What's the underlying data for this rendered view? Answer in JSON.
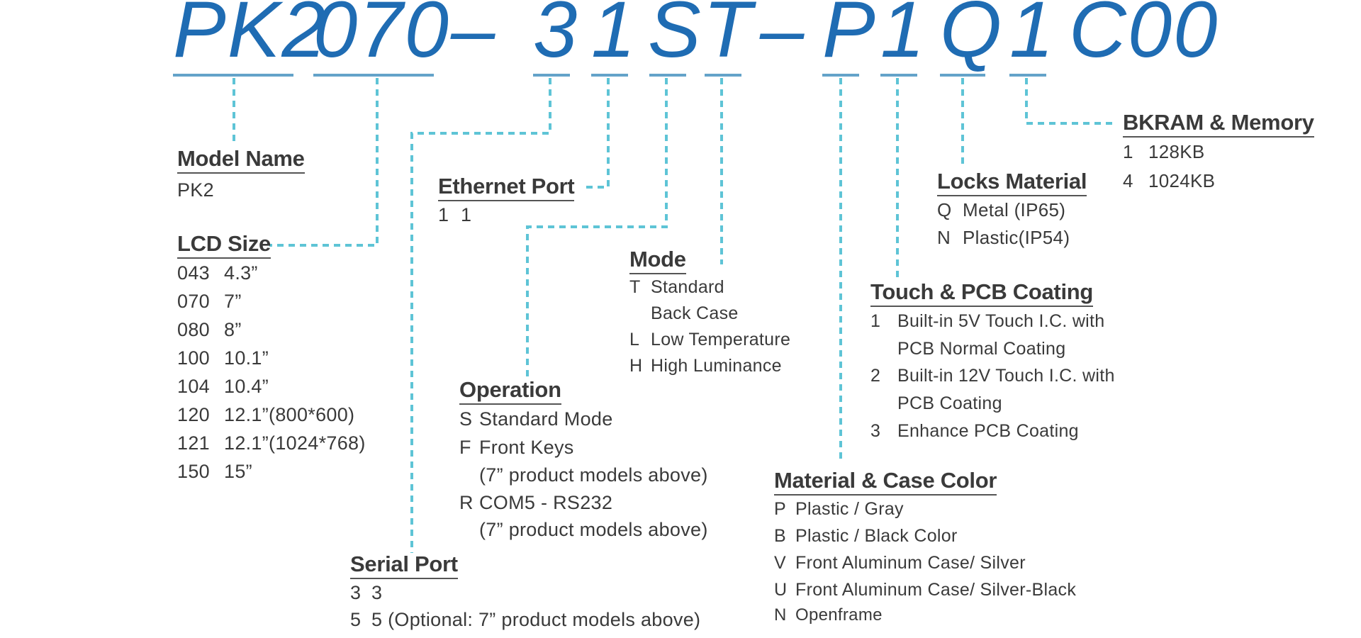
{
  "part_number": {
    "segments": [
      "PK2",
      "070",
      "–",
      "3",
      "1",
      "S",
      "T",
      "–",
      "P",
      "1",
      "Q",
      "1",
      "C00"
    ]
  },
  "colors": {
    "code": "#1f6cb3",
    "underline": "#64a3c9",
    "connector": "#5ec4d6",
    "text": "#3a3a3a"
  },
  "sections": {
    "model_name": {
      "title": "Model Name",
      "rows": [
        {
          "code": "",
          "desc": "PK2"
        }
      ]
    },
    "lcd_size": {
      "title": "LCD Size",
      "rows": [
        {
          "code": "043",
          "desc": "4.3”"
        },
        {
          "code": "070",
          "desc": "7”"
        },
        {
          "code": "080",
          "desc": "8”"
        },
        {
          "code": "100",
          "desc": "10.1”"
        },
        {
          "code": "104",
          "desc": "10.4”"
        },
        {
          "code": "120",
          "desc": "12.1”(800*600)"
        },
        {
          "code": "121",
          "desc": "12.1”(1024*768)"
        },
        {
          "code": "150",
          "desc": "15”"
        }
      ]
    },
    "ethernet_port": {
      "title": "Ethernet Port",
      "rows": [
        {
          "code": "1",
          "desc": "1"
        }
      ]
    },
    "serial_port": {
      "title": "Serial Port",
      "rows": [
        {
          "code": "3",
          "desc": "3"
        },
        {
          "code": "5",
          "desc": "5 (Optional: 7” product models above)"
        }
      ]
    },
    "operation": {
      "title": "Operation",
      "rows": [
        {
          "code": "S",
          "desc": "Standard Mode"
        },
        {
          "code": "F",
          "desc": "Front Keys"
        },
        {
          "code": "",
          "desc": "(7” product models above)"
        },
        {
          "code": "R",
          "desc": "COM5 - RS232"
        },
        {
          "code": "",
          "desc": "(7” product models above)"
        }
      ]
    },
    "mode": {
      "title": "Mode",
      "rows": [
        {
          "code": "T",
          "desc": "Standard"
        },
        {
          "code": "",
          "desc": "Back Case"
        },
        {
          "code": "L",
          "desc": "Low Temperature"
        },
        {
          "code": "H",
          "desc": "High Luminance"
        }
      ]
    },
    "material_case_color": {
      "title": "Material & Case Color",
      "rows": [
        {
          "code": "P",
          "desc": "Plastic / Gray"
        },
        {
          "code": "B",
          "desc": "Plastic / Black Color"
        },
        {
          "code": "V",
          "desc": "Front Aluminum Case/ Silver"
        },
        {
          "code": "U",
          "desc": "Front Aluminum Case/ Silver-Black"
        },
        {
          "code": "N",
          "desc": "Openframe"
        }
      ]
    },
    "touch_pcb_coating": {
      "title": "Touch & PCB Coating",
      "rows": [
        {
          "code": "1",
          "desc": "Built-in 5V Touch I.C. with"
        },
        {
          "code": "",
          "desc": "PCB Normal Coating"
        },
        {
          "code": "2",
          "desc": "Built-in 12V Touch I.C. with"
        },
        {
          "code": "",
          "desc": "PCB Coating"
        },
        {
          "code": "3",
          "desc": "Enhance PCB Coating"
        }
      ]
    },
    "locks_material": {
      "title": "Locks Material",
      "rows": [
        {
          "code": "Q",
          "desc": "Metal (IP65)"
        },
        {
          "code": "N",
          "desc": "Plastic(IP54)"
        }
      ]
    },
    "bkram_memory": {
      "title": "BKRAM & Memory",
      "rows": [
        {
          "code": "1",
          "desc": "128KB"
        },
        {
          "code": "4",
          "desc": "1024KB"
        }
      ]
    }
  }
}
